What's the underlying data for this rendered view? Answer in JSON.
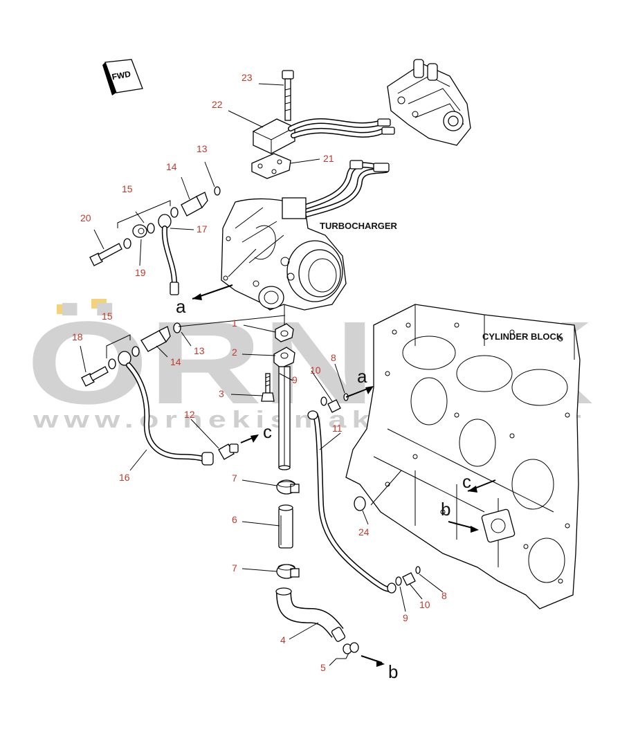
{
  "watermark": {
    "brand": "ÖRNEK",
    "url": "www.ornekismakina.com.tr",
    "accent_color": "#f3d27a",
    "text_color": "#d2d2d2"
  },
  "fwd_label": "FWD",
  "component_labels": {
    "turbocharger": "TURBOCHARGER",
    "cylinder_block": "CYLINDER BLOCK"
  },
  "flow_letters": [
    "a",
    "a",
    "c",
    "c",
    "b",
    "b"
  ],
  "callouts": [
    "23",
    "22",
    "21",
    "13",
    "14",
    "15",
    "17",
    "20",
    "19",
    "1",
    "13",
    "14",
    "2",
    "15",
    "18",
    "3",
    "9",
    "10",
    "8",
    "12",
    "11",
    "16",
    "7",
    "24",
    "6",
    "7",
    "9",
    "10",
    "8",
    "4",
    "5"
  ],
  "callout_color": "#c0392b"
}
